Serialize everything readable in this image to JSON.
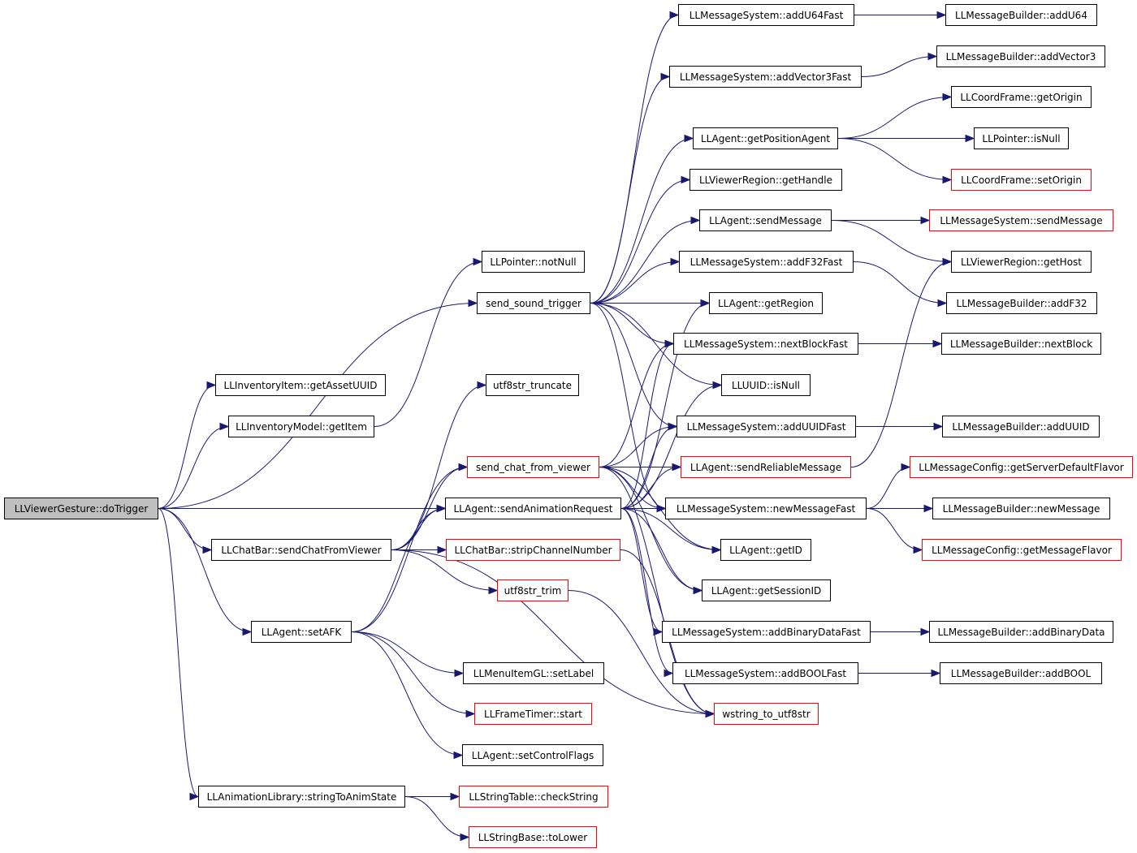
{
  "colors": {
    "edge": "#191970",
    "border_default": "#000000",
    "border_red": "#ff0000",
    "root_fill": "#bfbfbf",
    "background": "#ffffff"
  },
  "nodes": [
    {
      "id": "n0",
      "label": "LLViewerGesture::doTrigger",
      "style": "root"
    },
    {
      "id": "n1",
      "label": "LLInventoryItem::getAssetUUID",
      "style": "black"
    },
    {
      "id": "n2",
      "label": "LLInventoryModel::getItem",
      "style": "black"
    },
    {
      "id": "n3",
      "label": "LLChatBar::sendChatFromViewer",
      "style": "black"
    },
    {
      "id": "n4",
      "label": "LLAgent::setAFK",
      "style": "black"
    },
    {
      "id": "n5",
      "label": "LLAnimationLibrary::stringToAnimState",
      "style": "black"
    },
    {
      "id": "n6",
      "label": "LLPointer::notNull",
      "style": "black"
    },
    {
      "id": "n7",
      "label": "send_sound_trigger",
      "style": "black"
    },
    {
      "id": "n8",
      "label": "utf8str_truncate",
      "style": "black"
    },
    {
      "id": "n9",
      "label": "send_chat_from_viewer",
      "style": "red"
    },
    {
      "id": "n10",
      "label": "LLAgent::sendAnimationRequest",
      "style": "black"
    },
    {
      "id": "n11",
      "label": "LLChatBar::stripChannelNumber",
      "style": "red"
    },
    {
      "id": "n12",
      "label": "utf8str_trim",
      "style": "red"
    },
    {
      "id": "n13",
      "label": "LLMenuItemGL::setLabel",
      "style": "black"
    },
    {
      "id": "n14",
      "label": "LLFrameTimer::start",
      "style": "red"
    },
    {
      "id": "n15",
      "label": "LLAgent::setControlFlags",
      "style": "black"
    },
    {
      "id": "n16",
      "label": "LLStringTable::checkString",
      "style": "red"
    },
    {
      "id": "n17",
      "label": "LLStringBase::toLower",
      "style": "red"
    },
    {
      "id": "n18",
      "label": "LLMessageSystem::addU64Fast",
      "style": "black"
    },
    {
      "id": "n19",
      "label": "LLMessageSystem::addVector3Fast",
      "style": "black"
    },
    {
      "id": "n20",
      "label": "LLAgent::getPositionAgent",
      "style": "black"
    },
    {
      "id": "n21",
      "label": "LLViewerRegion::getHandle",
      "style": "black"
    },
    {
      "id": "n22",
      "label": "LLAgent::sendMessage",
      "style": "black"
    },
    {
      "id": "n23",
      "label": "LLMessageSystem::addF32Fast",
      "style": "black"
    },
    {
      "id": "n24",
      "label": "LLAgent::getRegion",
      "style": "black"
    },
    {
      "id": "n25",
      "label": "LLMessageSystem::nextBlockFast",
      "style": "black"
    },
    {
      "id": "n26",
      "label": "LLUUID::isNull",
      "style": "black"
    },
    {
      "id": "n27",
      "label": "LLMessageSystem::addUUIDFast",
      "style": "black"
    },
    {
      "id": "n28",
      "label": "LLAgent::sendReliableMessage",
      "style": "red"
    },
    {
      "id": "n29",
      "label": "LLMessageSystem::newMessageFast",
      "style": "black"
    },
    {
      "id": "n30",
      "label": "LLAgent::getID",
      "style": "black"
    },
    {
      "id": "n31",
      "label": "LLAgent::getSessionID",
      "style": "black"
    },
    {
      "id": "n32",
      "label": "LLMessageSystem::addBinaryDataFast",
      "style": "black"
    },
    {
      "id": "n33",
      "label": "LLMessageSystem::addBOOLFast",
      "style": "black"
    },
    {
      "id": "n34",
      "label": "wstring_to_utf8str",
      "style": "red"
    },
    {
      "id": "n35",
      "label": "LLMessageBuilder::addU64",
      "style": "black"
    },
    {
      "id": "n36",
      "label": "LLMessageBuilder::addVector3",
      "style": "black"
    },
    {
      "id": "n37",
      "label": "LLCoordFrame::getOrigin",
      "style": "black"
    },
    {
      "id": "n38",
      "label": "LLPointer::isNull",
      "style": "black"
    },
    {
      "id": "n39",
      "label": "LLCoordFrame::setOrigin",
      "style": "red"
    },
    {
      "id": "n40",
      "label": "LLMessageSystem::sendMessage",
      "style": "red"
    },
    {
      "id": "n41",
      "label": "LLViewerRegion::getHost",
      "style": "black"
    },
    {
      "id": "n42",
      "label": "LLMessageBuilder::addF32",
      "style": "black"
    },
    {
      "id": "n43",
      "label": "LLMessageBuilder::nextBlock",
      "style": "black"
    },
    {
      "id": "n44",
      "label": "LLMessageBuilder::addUUID",
      "style": "black"
    },
    {
      "id": "n45",
      "label": "LLMessageConfig::getServerDefaultFlavor",
      "style": "red"
    },
    {
      "id": "n46",
      "label": "LLMessageBuilder::newMessage",
      "style": "black"
    },
    {
      "id": "n47",
      "label": "LLMessageConfig::getMessageFlavor",
      "style": "red"
    },
    {
      "id": "n48",
      "label": "LLMessageBuilder::addBinaryData",
      "style": "black"
    },
    {
      "id": "n49",
      "label": "LLMessageBuilder::addBOOL",
      "style": "black"
    }
  ],
  "edges": [
    [
      "n0",
      "n1"
    ],
    [
      "n0",
      "n2"
    ],
    [
      "n0",
      "n7"
    ],
    [
      "n0",
      "n10"
    ],
    [
      "n0",
      "n3"
    ],
    [
      "n0",
      "n4"
    ],
    [
      "n0",
      "n5"
    ],
    [
      "n2",
      "n6"
    ],
    [
      "n3",
      "n8"
    ],
    [
      "n3",
      "n9"
    ],
    [
      "n3",
      "n10"
    ],
    [
      "n3",
      "n11"
    ],
    [
      "n3",
      "n12"
    ],
    [
      "n3",
      "n34"
    ],
    [
      "n4",
      "n9"
    ],
    [
      "n4",
      "n10"
    ],
    [
      "n4",
      "n13"
    ],
    [
      "n4",
      "n14"
    ],
    [
      "n4",
      "n15"
    ],
    [
      "n5",
      "n16"
    ],
    [
      "n5",
      "n17"
    ],
    [
      "n7",
      "n18"
    ],
    [
      "n7",
      "n19"
    ],
    [
      "n7",
      "n20"
    ],
    [
      "n7",
      "n21"
    ],
    [
      "n7",
      "n22"
    ],
    [
      "n7",
      "n23"
    ],
    [
      "n7",
      "n24"
    ],
    [
      "n7",
      "n25"
    ],
    [
      "n7",
      "n26"
    ],
    [
      "n7",
      "n27"
    ],
    [
      "n7",
      "n29"
    ],
    [
      "n9",
      "n28"
    ],
    [
      "n9",
      "n25"
    ],
    [
      "n9",
      "n27"
    ],
    [
      "n9",
      "n29"
    ],
    [
      "n9",
      "n30"
    ],
    [
      "n9",
      "n31"
    ],
    [
      "n9",
      "n34"
    ],
    [
      "n10",
      "n24"
    ],
    [
      "n10",
      "n25"
    ],
    [
      "n10",
      "n26"
    ],
    [
      "n10",
      "n27"
    ],
    [
      "n10",
      "n28"
    ],
    [
      "n10",
      "n29"
    ],
    [
      "n10",
      "n30"
    ],
    [
      "n10",
      "n31"
    ],
    [
      "n10",
      "n32"
    ],
    [
      "n10",
      "n33"
    ],
    [
      "n11",
      "n34"
    ],
    [
      "n12",
      "n34"
    ],
    [
      "n18",
      "n35"
    ],
    [
      "n19",
      "n36"
    ],
    [
      "n20",
      "n37"
    ],
    [
      "n20",
      "n38"
    ],
    [
      "n20",
      "n39"
    ],
    [
      "n22",
      "n40"
    ],
    [
      "n22",
      "n41"
    ],
    [
      "n23",
      "n42"
    ],
    [
      "n25",
      "n43"
    ],
    [
      "n27",
      "n44"
    ],
    [
      "n28",
      "n41"
    ],
    [
      "n29",
      "n45"
    ],
    [
      "n29",
      "n46"
    ],
    [
      "n29",
      "n47"
    ],
    [
      "n32",
      "n48"
    ],
    [
      "n33",
      "n49"
    ]
  ]
}
